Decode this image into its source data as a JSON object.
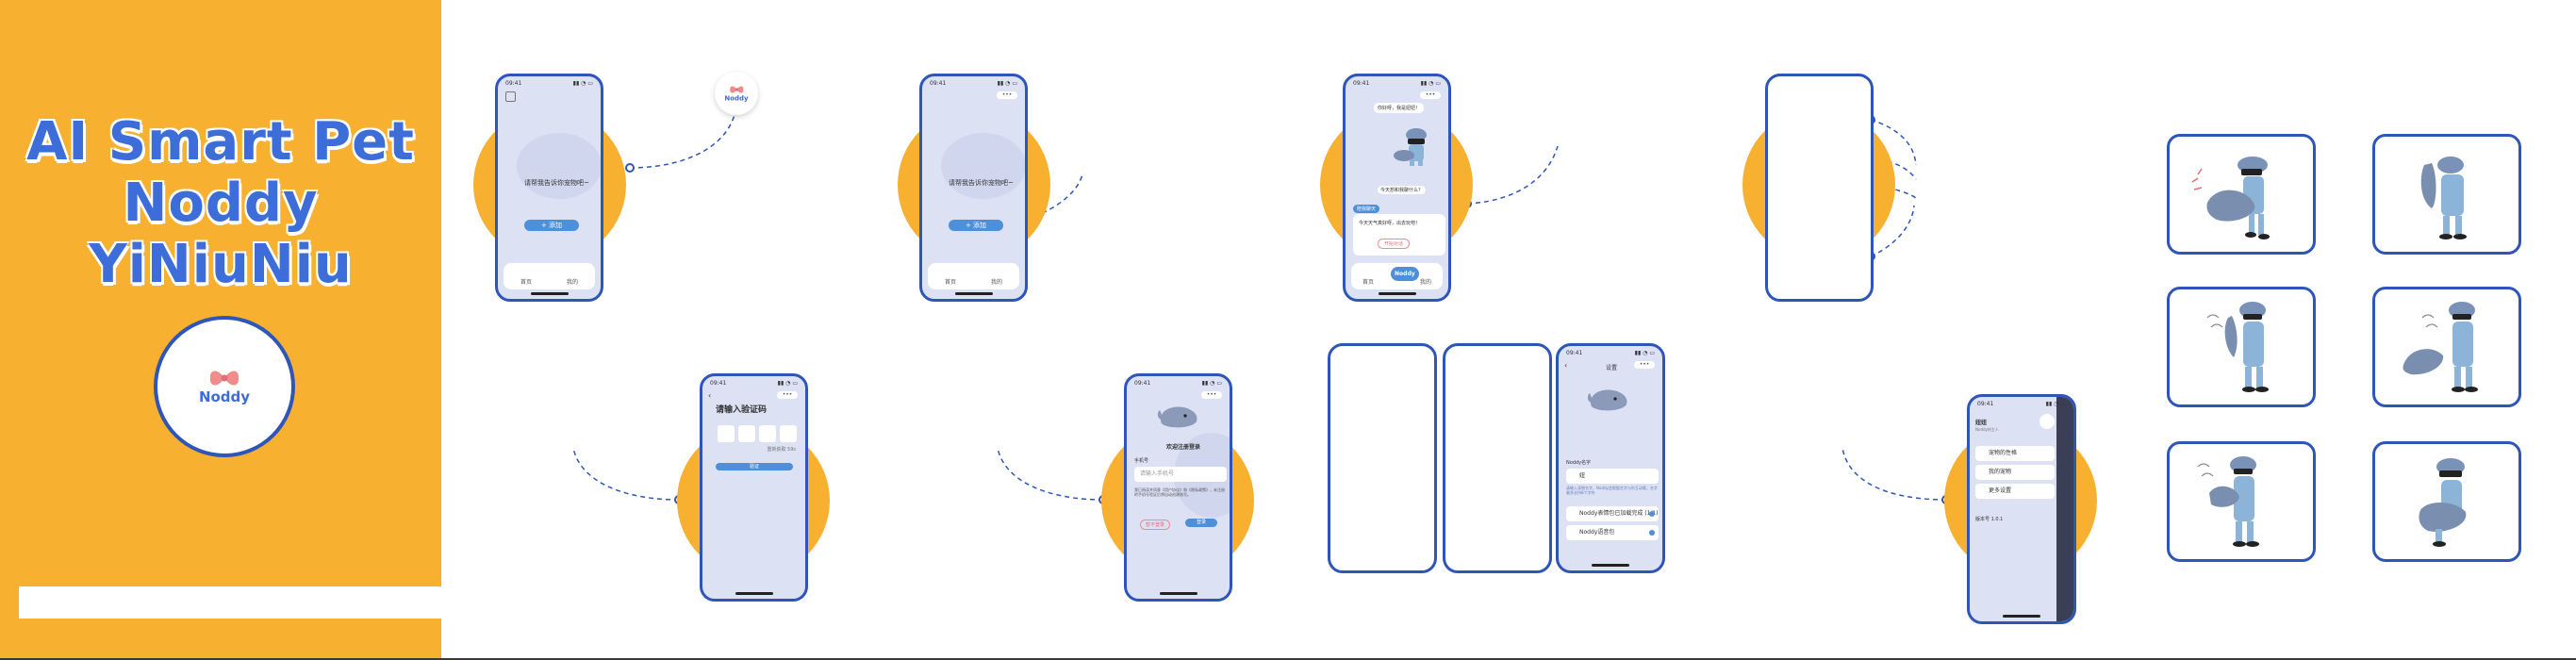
{
  "brand": {
    "title_line1": "AI Smart Pet",
    "title_line2": "Noddy YiNiuNiu",
    "logo_text": "Noddy",
    "colors": {
      "orange": "#F7B030",
      "blue": "#2E55B8",
      "brand_blue": "#3D6DD9",
      "pink": "#F08C8C"
    }
  },
  "floating_logo": {
    "text": "Noddy"
  },
  "screens": {
    "home1": {
      "time": "09:41",
      "prompt": "请帮我告诉你宠物吧~",
      "button": "+ 添加",
      "tab_left": "首页",
      "tab_right": "我的"
    },
    "home2": {
      "time": "09:41",
      "prompt": "请帮我告诉你宠物吧~",
      "button": "+ 添加",
      "tab_left": "首页",
      "tab_right": "我的"
    },
    "chat": {
      "time": "09:41",
      "bubble_top": "你好呀，我是妞妞！",
      "bubble_right": "今天想和我聊什么？",
      "bubble_blue": "陪我聊天",
      "card_text": "今天天气真好呀，出去玩吧！",
      "action_button": "开始对话",
      "tab_left": "首页",
      "tab_center": "Noddy",
      "tab_right": "我的"
    },
    "verify": {
      "time": "09:41",
      "title": "请输入验证码",
      "resend": "重新获取 59s",
      "button": "验证"
    },
    "login": {
      "time": "09:41",
      "title": "欢迎注册登录",
      "field_label": "手机号",
      "field_placeholder": "请输入手机号",
      "agreement": "我已阅读并同意《用户协议》和《隐私政策》，未注册的手机号验证后将自动创建账号。",
      "btn_cancel": "暂不登录",
      "btn_ok": "登录"
    },
    "settings": {
      "time": "09:41",
      "title": "设置",
      "section": "Noddy名字",
      "input_value": "妞",
      "hint": "请输入宠物名字，Noddy会根据名字与你互动哦，名字最多支持8个字符",
      "option1": "Noddy表情包已加载完成 (1/1)",
      "option2": "Noddy语音包"
    },
    "profile": {
      "time": "09:41",
      "name": "妞妞",
      "subtitle": "Noddy的主人",
      "row1": "宠物的性格",
      "row2": "我的宠物",
      "row3": "更多设置",
      "footer": "版本号 1.0.1"
    }
  }
}
